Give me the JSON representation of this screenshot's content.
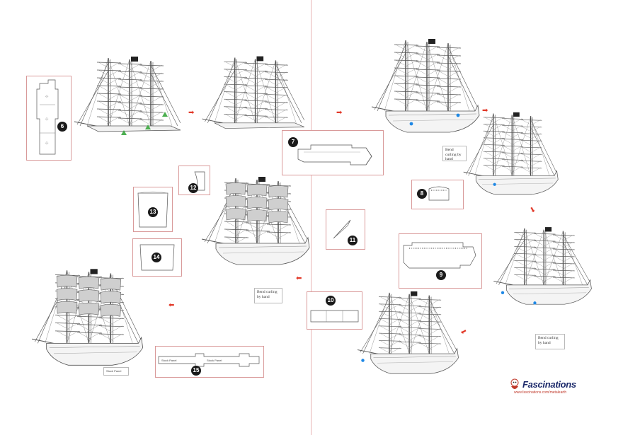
{
  "steps": {
    "s6": "6",
    "s7": "7",
    "s8": "8",
    "s9": "9",
    "s10": "10",
    "s11": "11",
    "s12": "12",
    "s13": "13",
    "s14": "14",
    "s15": "15"
  },
  "notes": {
    "bend_a": "Bend curling by hand",
    "bend_b": "Bend curling by hand",
    "bend_c": "Bend curling by hand"
  },
  "part_labels": {
    "p1": "Stock Panel",
    "p2": "Stock Panel",
    "p3": "Stock Panel"
  },
  "brand": {
    "name": "Fascinations",
    "url": "www.fascinations.com/metalearth"
  },
  "arrow_glyph": "➡",
  "colors": {
    "accent": "#e23a2a",
    "box_border": "#d99a9a",
    "marker_green": "#4caf50",
    "marker_blue": "#1e88e5",
    "brand_navy": "#1c2a6b"
  }
}
